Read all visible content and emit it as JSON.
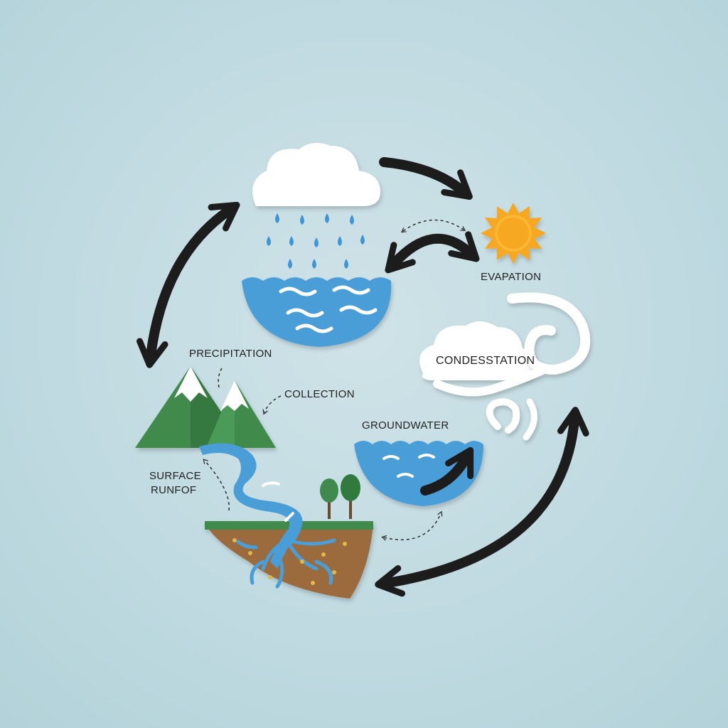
{
  "diagram": {
    "labels": {
      "evaporation": "EVAPATION",
      "precipitation": "PRECIPITATION",
      "collection": "COLLECTION",
      "condensation": "CONDESSTATION",
      "groundwater": "GROUNDWATER",
      "surface_runoff_line1": "SURFACE",
      "surface_runoff_line2": "RUNFOF"
    },
    "colors": {
      "background": "#bcd8df",
      "arrow": "#1c1c1c",
      "water": "#4a9ed8",
      "cloud": "#ffffff",
      "sun": "#f7a823",
      "mountain": "#3f8a4c",
      "soil": "#9b6b3c"
    }
  }
}
